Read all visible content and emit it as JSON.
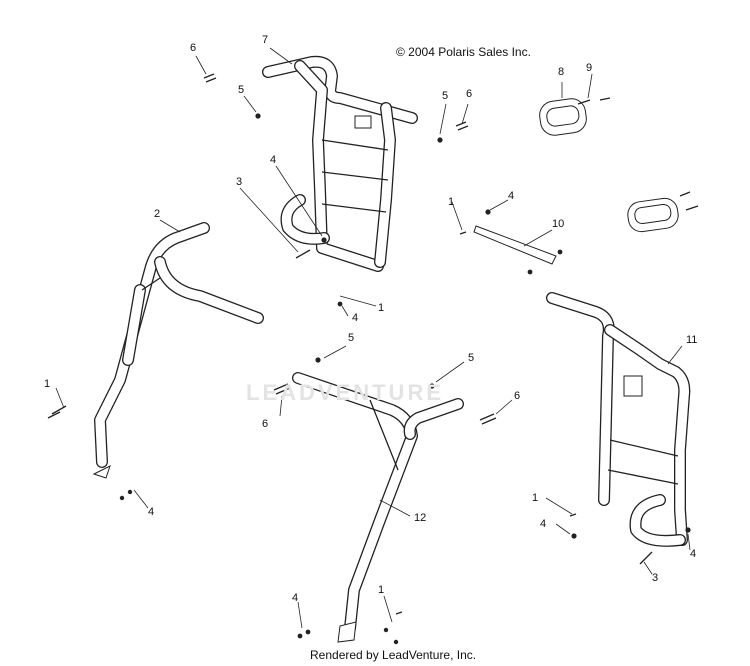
{
  "copyright": "© 2004 Polaris Sales Inc.",
  "footer": "Rendered by LeadVenture, Inc.",
  "watermark": "LEADVENTURE",
  "callouts": {
    "c1a": "1",
    "c1b": "1",
    "c1c": "1",
    "c1d": "1",
    "c1e": "1",
    "c2": "2",
    "c3a": "3",
    "c3b": "3",
    "c4a": "4",
    "c4b": "4",
    "c4c": "4",
    "c4d": "4",
    "c4e": "4",
    "c4f": "4",
    "c5a": "5",
    "c5b": "5",
    "c5c": "5",
    "c5d": "5",
    "c6a": "6",
    "c6b": "6",
    "c6c": "6",
    "c6d": "6",
    "c7": "7",
    "c8": "8",
    "c9": "9",
    "c10": "10",
    "c11": "11",
    "c12": "12"
  }
}
